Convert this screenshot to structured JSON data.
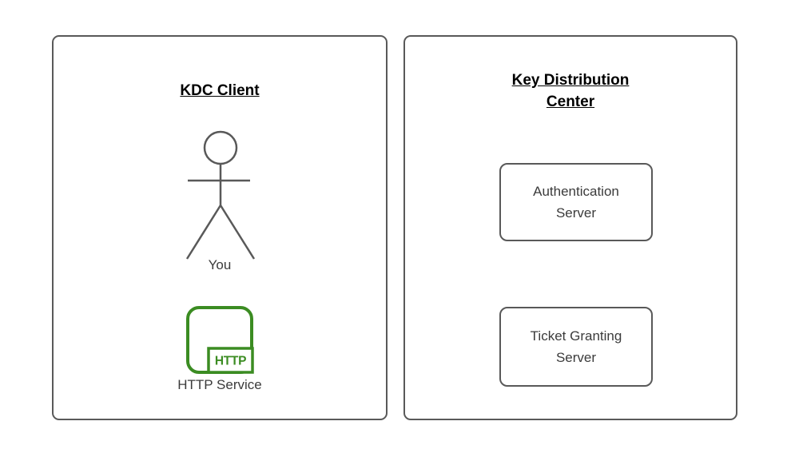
{
  "left_panel": {
    "title": "KDC Client",
    "actor_label": "You",
    "http_badge": "HTTP",
    "service_label": "HTTP Service"
  },
  "right_panel": {
    "title_line1": "Key Distribution",
    "title_line2": "Center",
    "nodes": [
      {
        "line1": "Authentication",
        "line2": "Server"
      },
      {
        "line1": "Ticket Granting",
        "line2": "Server"
      }
    ]
  },
  "colors": {
    "border_gray": "#595959",
    "accent_green": "#3B8C22",
    "title_text": "#000000",
    "label_text": "#3B3B3B",
    "background": "#FFFFFF"
  }
}
